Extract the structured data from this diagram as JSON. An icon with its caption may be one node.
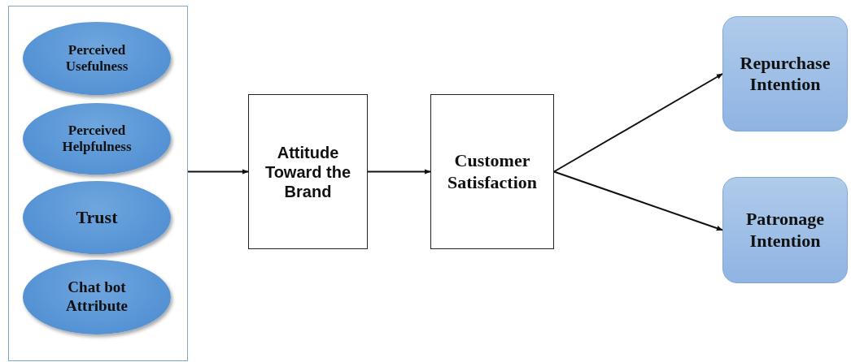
{
  "diagram": {
    "nodes": [
      {
        "text": [],
        "shape": "box"
      },
      {
        "text": [
          "Perceived Usefulness"
        ],
        "in": 0
      },
      {
        "text": [
          "Perceived Helpfulness"
        ],
        "in": 0
      },
      {
        "text": [
          "Trust"
        ],
        "in": 0
      },
      {
        "text": [
          "Chat bot Attribute"
        ],
        "in": 0
      },
      {
        "text": [
          "Attitude Toward the Brand"
        ]
      },
      {
        "text": [
          "Customer Satisfaction"
        ]
      },
      {
        "text": [
          "Repurchase Intention"
        ]
      },
      {
        "text": [
          "Patronage Intention"
        ]
      }
    ],
    "edges": [
      {
        "from": 0,
        "to": 5,
        "arrow": "to"
      },
      {
        "from": 5,
        "to": 6,
        "arrow": "to"
      },
      {
        "from": 6,
        "to": 7,
        "arrow": "to"
      },
      {
        "from": 6,
        "to": 8,
        "arrow": "to"
      }
    ]
  }
}
